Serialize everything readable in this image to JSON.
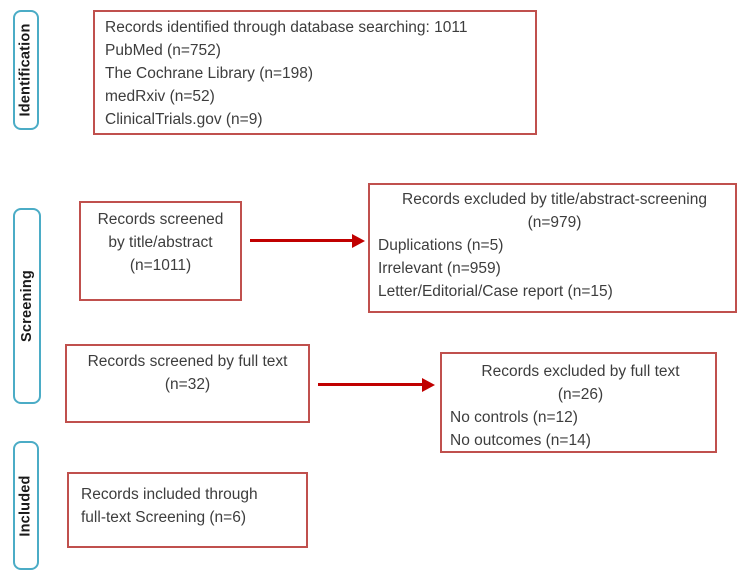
{
  "stages": {
    "identification": "Identification",
    "screening": "Screening",
    "included": "Included"
  },
  "boxes": {
    "identified": {
      "line1": "Records identified through database searching: 1011",
      "line2": "PubMed (n=752)",
      "line3": "The Cochrane Library (n=198)",
      "line4": "medRxiv (n=52)",
      "line5": "ClinicalTrials.gov (n=9)"
    },
    "screened_title_abstract": {
      "line1": "Records screened",
      "line2": "by title/abstract",
      "line3": "(n=1011)"
    },
    "excluded_title_abstract": {
      "line1": "Records excluded by title/abstract-screening",
      "line2": "(n=979)",
      "line3": "Duplications (n=5)",
      "line4": "Irrelevant (n=959)",
      "line5": "Letter/Editorial/Case report (n=15)"
    },
    "screened_full_text": {
      "line1": "Records screened by full text",
      "line2": "(n=32)"
    },
    "excluded_full_text": {
      "line1": "Records excluded by full text",
      "line2": "(n=26)",
      "line3": "No controls (n=12)",
      "line4": "No outcomes (n=14)"
    },
    "included_full_text": {
      "line1": "Records included through",
      "line2": "full-text Screening (n=6)"
    }
  },
  "colors": {
    "box_border": "#c0504d",
    "stage_border": "#4bacc6",
    "arrow": "#c00000",
    "text": "#3d3d3d"
  }
}
